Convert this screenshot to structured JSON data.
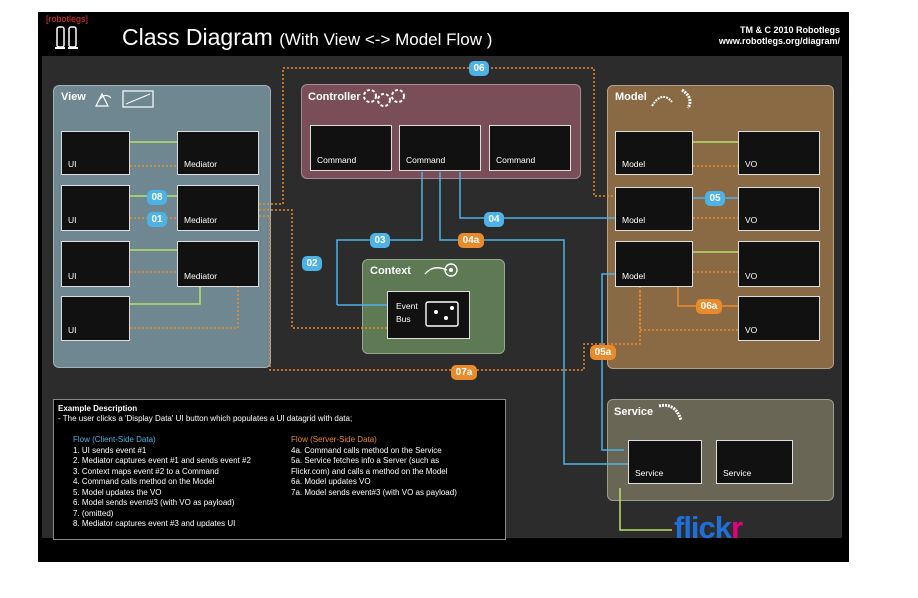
{
  "header": {
    "logo_text": "[robotlegs]",
    "title": "Class Diagram",
    "subtitle": "(With View <-> Model Flow )",
    "copyright": "TM & C 2010 Robotlegs",
    "url": "www.robotlegs.org/diagram/"
  },
  "panels": {
    "view": "View",
    "controller": "Controller",
    "model": "Model",
    "context": "Context",
    "service": "Service"
  },
  "nodes": {
    "ui": "UI",
    "mediator": "Mediator",
    "command": "Command",
    "model": "Model",
    "vo": "VO",
    "event_bus_1": "Event",
    "event_bus_2": "Bus",
    "service": "Service"
  },
  "badges": {
    "b06": "06",
    "b08": "08",
    "b01": "01",
    "b04": "04",
    "b05": "05",
    "b03": "03",
    "b04a": "04a",
    "b02": "02",
    "b06a": "06a",
    "b05a": "05a",
    "b07a": "07a"
  },
  "flickr": {
    "part1": "flick",
    "part2": "r"
  },
  "description": {
    "heading": "Example Description",
    "text": "- The user clicks a 'Display Data' UI button which populates a UI datagrid with data;",
    "client_head": "Flow (Client-Side Data)",
    "client_items": [
      "1. UI sends event #1",
      "2. Mediator captures event #1 and sends event #2",
      "3. Context maps event #2 to a Command",
      "4. Command calls method on the Model",
      "5. Model updates the VO",
      "6. Model sends event#3 (with VO as payload)",
      "7. (omitted)",
      "8. Mediator captures event #3 and updates UI"
    ],
    "server_head": "Flow (Server-Side Data)",
    "server_items": [
      "4a. Command calls method on the Service",
      "5a. Service fetches info a Server (such as",
      "Flickr.com) and calls a method on the Model",
      "6a. Model updates VO",
      "7a. Model sends event#3 (with VO as payload)"
    ]
  },
  "colors": {
    "view_panel": "#6f8791",
    "controller_panel": "#7a4e58",
    "model_panel": "#8a6a45",
    "context_panel": "#5d7a55",
    "service_panel": "#6a6656",
    "blue_flow": "#4db2e6",
    "orange_flow": "#e98a2b",
    "green_flow": "#b6e06a"
  }
}
